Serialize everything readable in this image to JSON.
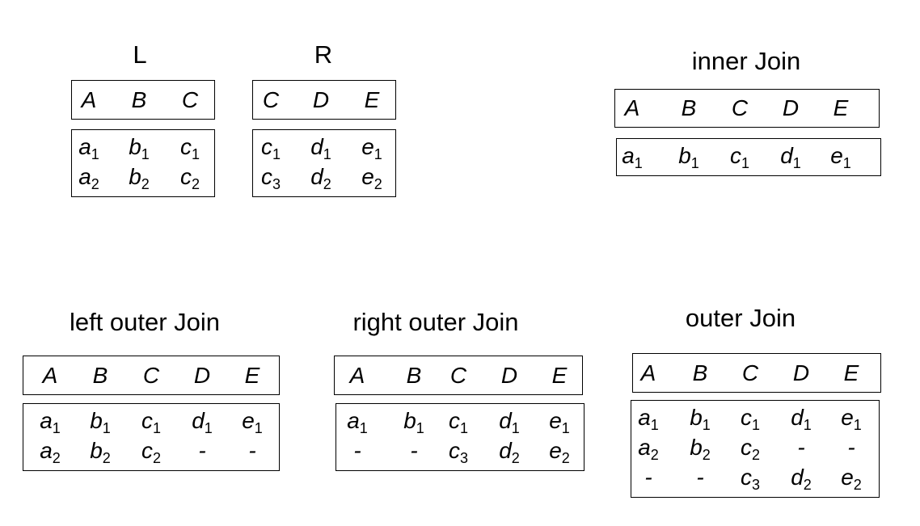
{
  "tables": [
    {
      "id": "L",
      "title": "L",
      "headers": [
        "A",
        "B",
        "C"
      ],
      "rows": [
        [
          [
            "a",
            "1"
          ],
          [
            "b",
            "1"
          ],
          [
            "c",
            "1"
          ]
        ],
        [
          [
            "a",
            "2"
          ],
          [
            "b",
            "2"
          ],
          [
            "c",
            "2"
          ]
        ]
      ]
    },
    {
      "id": "R",
      "title": "R",
      "headers": [
        "C",
        "D",
        "E"
      ],
      "rows": [
        [
          [
            "c",
            "1"
          ],
          [
            "d",
            "1"
          ],
          [
            "e",
            "1"
          ]
        ],
        [
          [
            "c",
            "3"
          ],
          [
            "d",
            "2"
          ],
          [
            "e",
            "2"
          ]
        ]
      ]
    },
    {
      "id": "inner-join",
      "title": "inner Join",
      "headers": [
        "A",
        "B",
        "C",
        "D",
        "E"
      ],
      "rows": [
        [
          [
            "a",
            "1"
          ],
          [
            "b",
            "1"
          ],
          [
            "c",
            "1"
          ],
          [
            "d",
            "1"
          ],
          [
            "e",
            "1"
          ]
        ]
      ]
    },
    {
      "id": "left-outer-join",
      "title": "left outer Join",
      "headers": [
        "A",
        "B",
        "C",
        "D",
        "E"
      ],
      "rows": [
        [
          [
            "a",
            "1"
          ],
          [
            "b",
            "1"
          ],
          [
            "c",
            "1"
          ],
          [
            "d",
            "1"
          ],
          [
            "e",
            "1"
          ]
        ],
        [
          [
            "a",
            "2"
          ],
          [
            "b",
            "2"
          ],
          [
            "c",
            "2"
          ],
          [
            "-",
            ""
          ],
          [
            "-",
            ""
          ]
        ]
      ]
    },
    {
      "id": "right-outer-join",
      "title": "right outer Join",
      "headers": [
        "A",
        "B",
        "C",
        "D",
        "E"
      ],
      "rows": [
        [
          [
            "a",
            "1"
          ],
          [
            "b",
            "1"
          ],
          [
            "c",
            "1"
          ],
          [
            "d",
            "1"
          ],
          [
            "e",
            "1"
          ]
        ],
        [
          [
            "-",
            ""
          ],
          [
            "-",
            ""
          ],
          [
            "c",
            "3"
          ],
          [
            "d",
            "2"
          ],
          [
            "e",
            "2"
          ]
        ]
      ]
    },
    {
      "id": "outer-join",
      "title": "outer Join",
      "headers": [
        "A",
        "B",
        "C",
        "D",
        "E"
      ],
      "rows": [
        [
          [
            "a",
            "1"
          ],
          [
            "b",
            "1"
          ],
          [
            "c",
            "1"
          ],
          [
            "d",
            "1"
          ],
          [
            "e",
            "1"
          ]
        ],
        [
          [
            "a",
            "2"
          ],
          [
            "b",
            "2"
          ],
          [
            "c",
            "2"
          ],
          [
            "-",
            ""
          ],
          [
            "-",
            ""
          ]
        ],
        [
          [
            "-",
            ""
          ],
          [
            "-",
            ""
          ],
          [
            "c",
            "3"
          ],
          [
            "d",
            "2"
          ],
          [
            "e",
            "2"
          ]
        ]
      ]
    }
  ]
}
